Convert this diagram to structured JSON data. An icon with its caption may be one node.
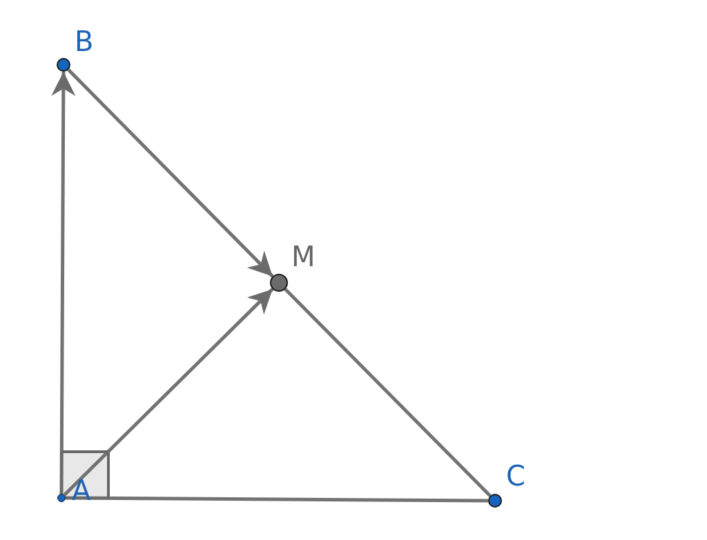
{
  "diagram": {
    "nodes": [
      {
        "text": [
          "A"
        ]
      },
      {
        "text": [
          "B"
        ]
      },
      {
        "text": [
          "M"
        ]
      },
      {
        "text": [
          "C"
        ]
      }
    ],
    "edges": [
      {
        "from": 0,
        "to": 1,
        "arrow": "to"
      },
      {
        "from": 1,
        "to": 2,
        "arrow": "to"
      },
      {
        "from": 0,
        "to": 2,
        "arrow": "to"
      },
      {
        "from": 2,
        "to": 3,
        "arrow": "none"
      },
      {
        "from": 0,
        "to": 3,
        "arrow": "none"
      }
    ]
  }
}
